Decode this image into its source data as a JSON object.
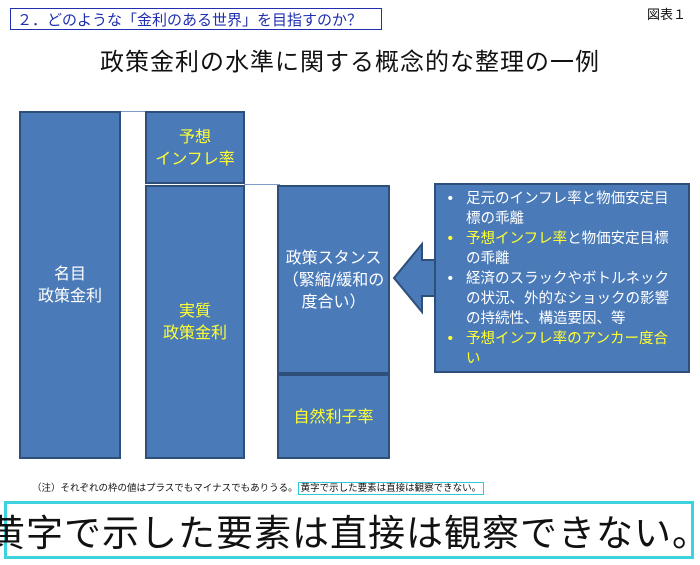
{
  "header": {
    "section_label": "２．どのような「金利のある世界」を目指すのか？",
    "figure_label": "図表１",
    "title": "政策金利の水準に関する概念的な整理の一例"
  },
  "diagram": {
    "nominal_rate": "名目\n政策金利",
    "expected_inflation": "予想\nインフレ率",
    "real_rate": "実質\n政策金利",
    "policy_stance": "政策スタンス\n（緊縮/緩和の\n度合い）",
    "natural_rate": "自然利子率"
  },
  "callout": {
    "bullet_symbol": "•",
    "items": [
      {
        "text": "足元のインフレ率と物価安定目標の乖離",
        "highlight": ""
      },
      {
        "highlight": "予想インフレ率",
        "text": "と物価安定目標の乖離"
      },
      {
        "text": "経済のスラックやボトルネックの状況、外的なショックの影響の持続性、構造要因、等",
        "highlight": ""
      },
      {
        "highlight": "予想インフレ率のアンカー度合い",
        "text": ""
      }
    ]
  },
  "footnote": {
    "main": "（注）それぞれの枠の値はプラスでもマイナスでもありうる。",
    "highlighted": "黄字で示した要素は直接は観察できない。"
  },
  "banner": {
    "text": "黄字で示した要素は直接は観察できない。"
  },
  "colors": {
    "box_fill": "#4a7ab8",
    "box_border": "#2e4f79",
    "yellow_text": "#ffff33",
    "accent_border": "#3cd2de"
  }
}
